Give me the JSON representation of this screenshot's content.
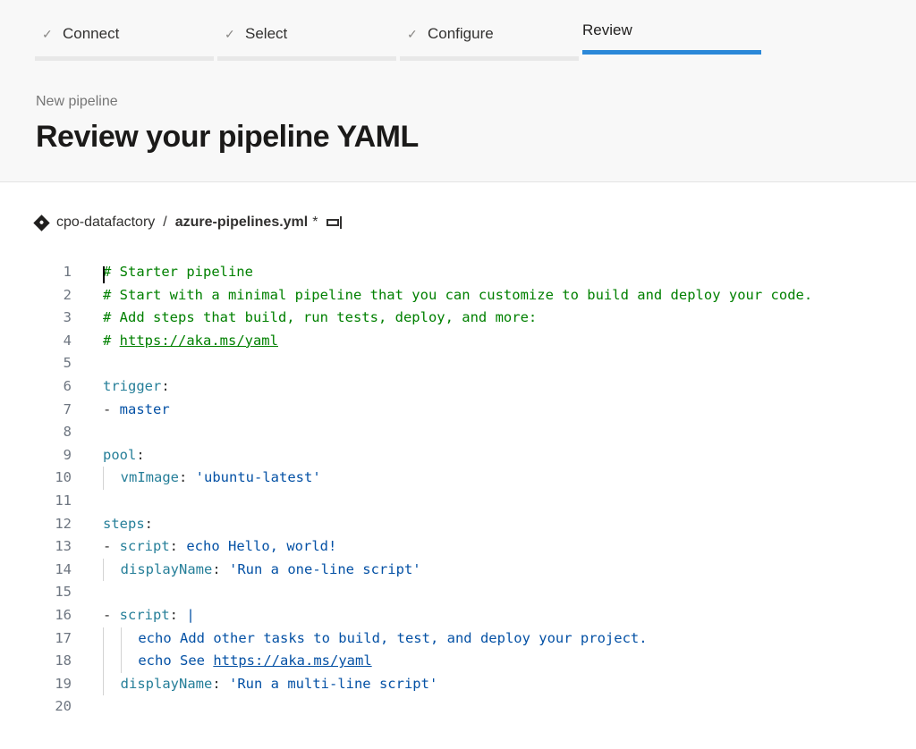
{
  "wizard": {
    "steps": [
      {
        "label": "Connect",
        "state": "completed",
        "icon": "check-icon"
      },
      {
        "label": "Select",
        "state": "completed",
        "icon": "check-icon"
      },
      {
        "label": "Configure",
        "state": "completed",
        "icon": "check-icon"
      },
      {
        "label": "Review",
        "state": "active"
      }
    ],
    "accent_color": "#2b88d8"
  },
  "header": {
    "subtitle": "New pipeline",
    "title": "Review your pipeline YAML"
  },
  "breadcrumb": {
    "repo_icon": "git-repo-icon",
    "repo": "cpo-datafactory",
    "separator": "/",
    "file": "azure-pipelines.yml",
    "modified_marker": "*",
    "rename_icon": "rename-icon"
  },
  "editor": {
    "colors": {
      "comment": "#008000",
      "key": "#267f99",
      "value": "#0451a5",
      "line_number": "#6e7681"
    },
    "lines": [
      {
        "n": "1",
        "text": "# Starter pipeline"
      },
      {
        "n": "2",
        "text": "# Start with a minimal pipeline that you can customize to build and deploy your code."
      },
      {
        "n": "3",
        "text": "# Add steps that build, run tests, deploy, and more:"
      },
      {
        "n": "4",
        "text": "# https://aka.ms/yaml"
      },
      {
        "n": "5",
        "text": ""
      },
      {
        "n": "6",
        "text": "trigger:"
      },
      {
        "n": "7",
        "text": "- master"
      },
      {
        "n": "8",
        "text": ""
      },
      {
        "n": "9",
        "text": "pool:"
      },
      {
        "n": "10",
        "text": "  vmImage: 'ubuntu-latest'"
      },
      {
        "n": "11",
        "text": ""
      },
      {
        "n": "12",
        "text": "steps:"
      },
      {
        "n": "13",
        "text": "- script: echo Hello, world!"
      },
      {
        "n": "14",
        "text": "  displayName: 'Run a one-line script'"
      },
      {
        "n": "15",
        "text": ""
      },
      {
        "n": "16",
        "text": "- script: |"
      },
      {
        "n": "17",
        "text": "    echo Add other tasks to build, test, and deploy your project."
      },
      {
        "n": "18",
        "text": "    echo See https://aka.ms/yaml"
      },
      {
        "n": "19",
        "text": "  displayName: 'Run a multi-line script'"
      },
      {
        "n": "20",
        "text": ""
      }
    ],
    "tokens": {
      "l1": "# Starter pipeline",
      "l2": "# Start with a minimal pipeline that you can customize to build and deploy your code.",
      "l3": "# Add steps that build, run tests, deploy, and more:",
      "l4_hash": "# ",
      "l4_link": "https://aka.ms/yaml",
      "l6_key": "trigger",
      "colon": ":",
      "dash": "- ",
      "l7_val": "master",
      "l9_key": "pool",
      "l10_key": "vmImage",
      "l10_val": "'ubuntu-latest'",
      "l12_key": "steps",
      "l13_key": "script",
      "l13_val": "echo Hello, world!",
      "l14_key": "displayName",
      "l14_val": "'Run a one-line script'",
      "l16_key": "script",
      "l16_val": "|",
      "l17_val": "echo Add other tasks to build, test, and deploy your project.",
      "l18_val": "echo See ",
      "l18_link": "https://aka.ms/yaml",
      "l19_key": "displayName",
      "l19_val": "'Run a multi-line script'"
    }
  }
}
